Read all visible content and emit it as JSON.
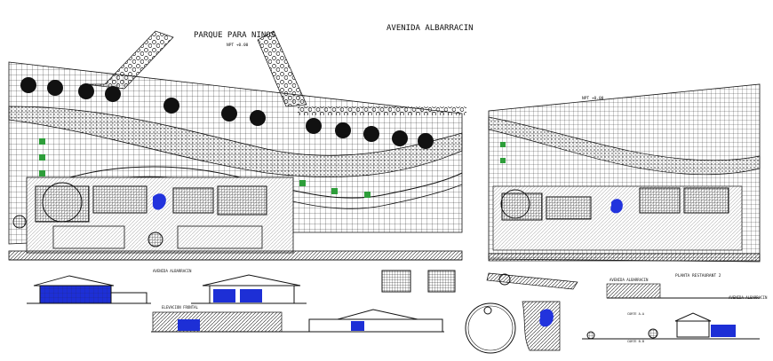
{
  "labels": {
    "park_title": "PARQUE PARA NINOS",
    "avenue_title": "AVENIDA ALBARRACIN",
    "level_main": "NPT +0.00",
    "level_right": "NPT +0.00",
    "avenue_small_left": "AVENIDA ALBARRACIN",
    "avenue_small_right": "AVENIDA ALBARRACIN",
    "plan_restaurant": "PLANTA RESTAURANT 2",
    "avenue_side": "AVENIDA ALBARRACIN",
    "elev_label_left": "ELEVACION FRONTAL",
    "section_a": "CORTE A-A",
    "section_b": "CORTE B-B"
  },
  "colors": {
    "line": "#111111",
    "tree_fill": "#1a1a1a",
    "shrub_green": "#2e9e3a",
    "glass_blue": "#1d2fd6",
    "pool_blue": "#2233dd"
  }
}
